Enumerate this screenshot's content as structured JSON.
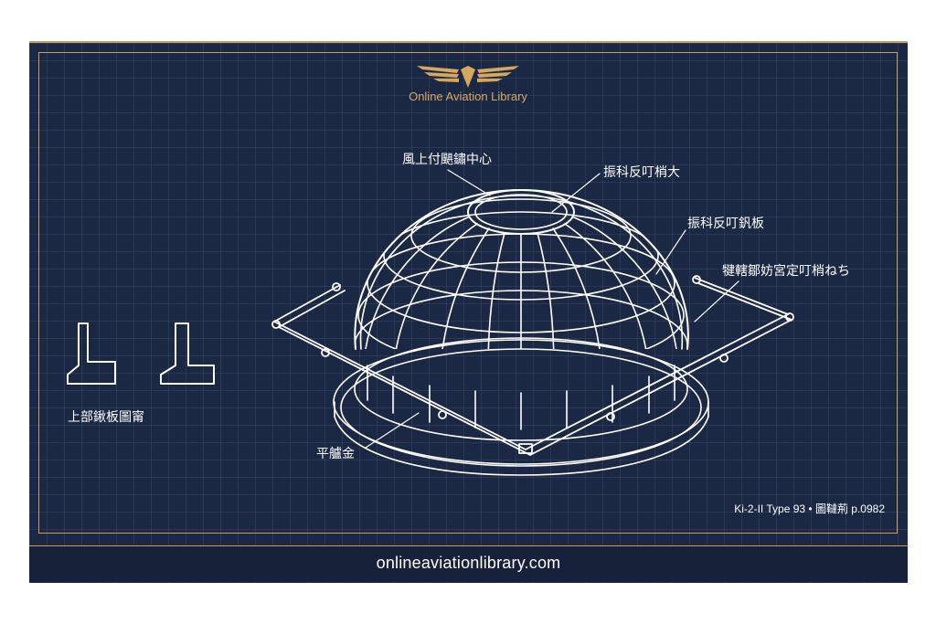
{
  "brand": {
    "name": "Online Aviation Library",
    "logo": "winged-emblem-icon"
  },
  "callouts": {
    "top_center": "風上付颶鏽中心",
    "upper_right": "振科反叮梢大",
    "right_middle": "振科反叮釩板",
    "right_lower": "犍轄鄒妨宮定叮梢ねち",
    "base_left": "平艫金",
    "section_caption": "上部鍬板圖甯"
  },
  "footnote": "Ki-2-II Type 93 • 圖韃荊 p.0982",
  "footer": {
    "url": "onlineaviationlibrary.com"
  },
  "colors": {
    "background": "#1b2844",
    "grid": "#7c8cb4",
    "line": "#ffffff",
    "accent": "#c89b5e",
    "brand_text": "#d6a85f"
  }
}
